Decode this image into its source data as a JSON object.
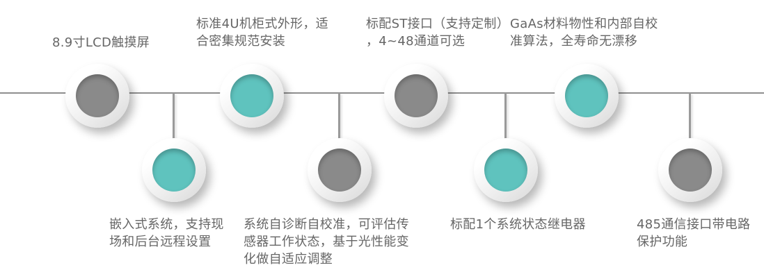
{
  "colors": {
    "background": "#ffffff",
    "teal_dot": "#5fc3be",
    "gray_dot": "#8a8a8a",
    "ring": "#ffffff",
    "axis_line": "#8f8f8f",
    "text": "#666666"
  },
  "timeline": {
    "type": "horizontal-feature-timeline",
    "nodes": [
      {
        "order": 1,
        "row": "top",
        "dot_color": "gray",
        "label": "8.9寸LCD触摸屏"
      },
      {
        "order": 2,
        "row": "bottom",
        "dot_color": "teal",
        "label": "嵌入式系统，支持现\n场和后台远程设置"
      },
      {
        "order": 3,
        "row": "top",
        "dot_color": "teal",
        "label": "标准4U机柜式外形，适\n合密集规范安装"
      },
      {
        "order": 4,
        "row": "bottom",
        "dot_color": "gray",
        "label": "系统自诊断自校准，可评估传\n感器工作状态，基于光性能变\n化做自适应调整"
      },
      {
        "order": 5,
        "row": "top",
        "dot_color": "gray",
        "label": "标配ST接口（支持定制）\n，4~48通道可选"
      },
      {
        "order": 6,
        "row": "bottom",
        "dot_color": "teal",
        "label": "标配1个系统状态继电器"
      },
      {
        "order": 7,
        "row": "top",
        "dot_color": "teal",
        "label": "GaAs材料物性和内部自校\n准算法，全寿命无漂移"
      },
      {
        "order": 8,
        "row": "bottom",
        "dot_color": "gray",
        "label": "485通信接口带电路\n保护功能"
      }
    ]
  }
}
